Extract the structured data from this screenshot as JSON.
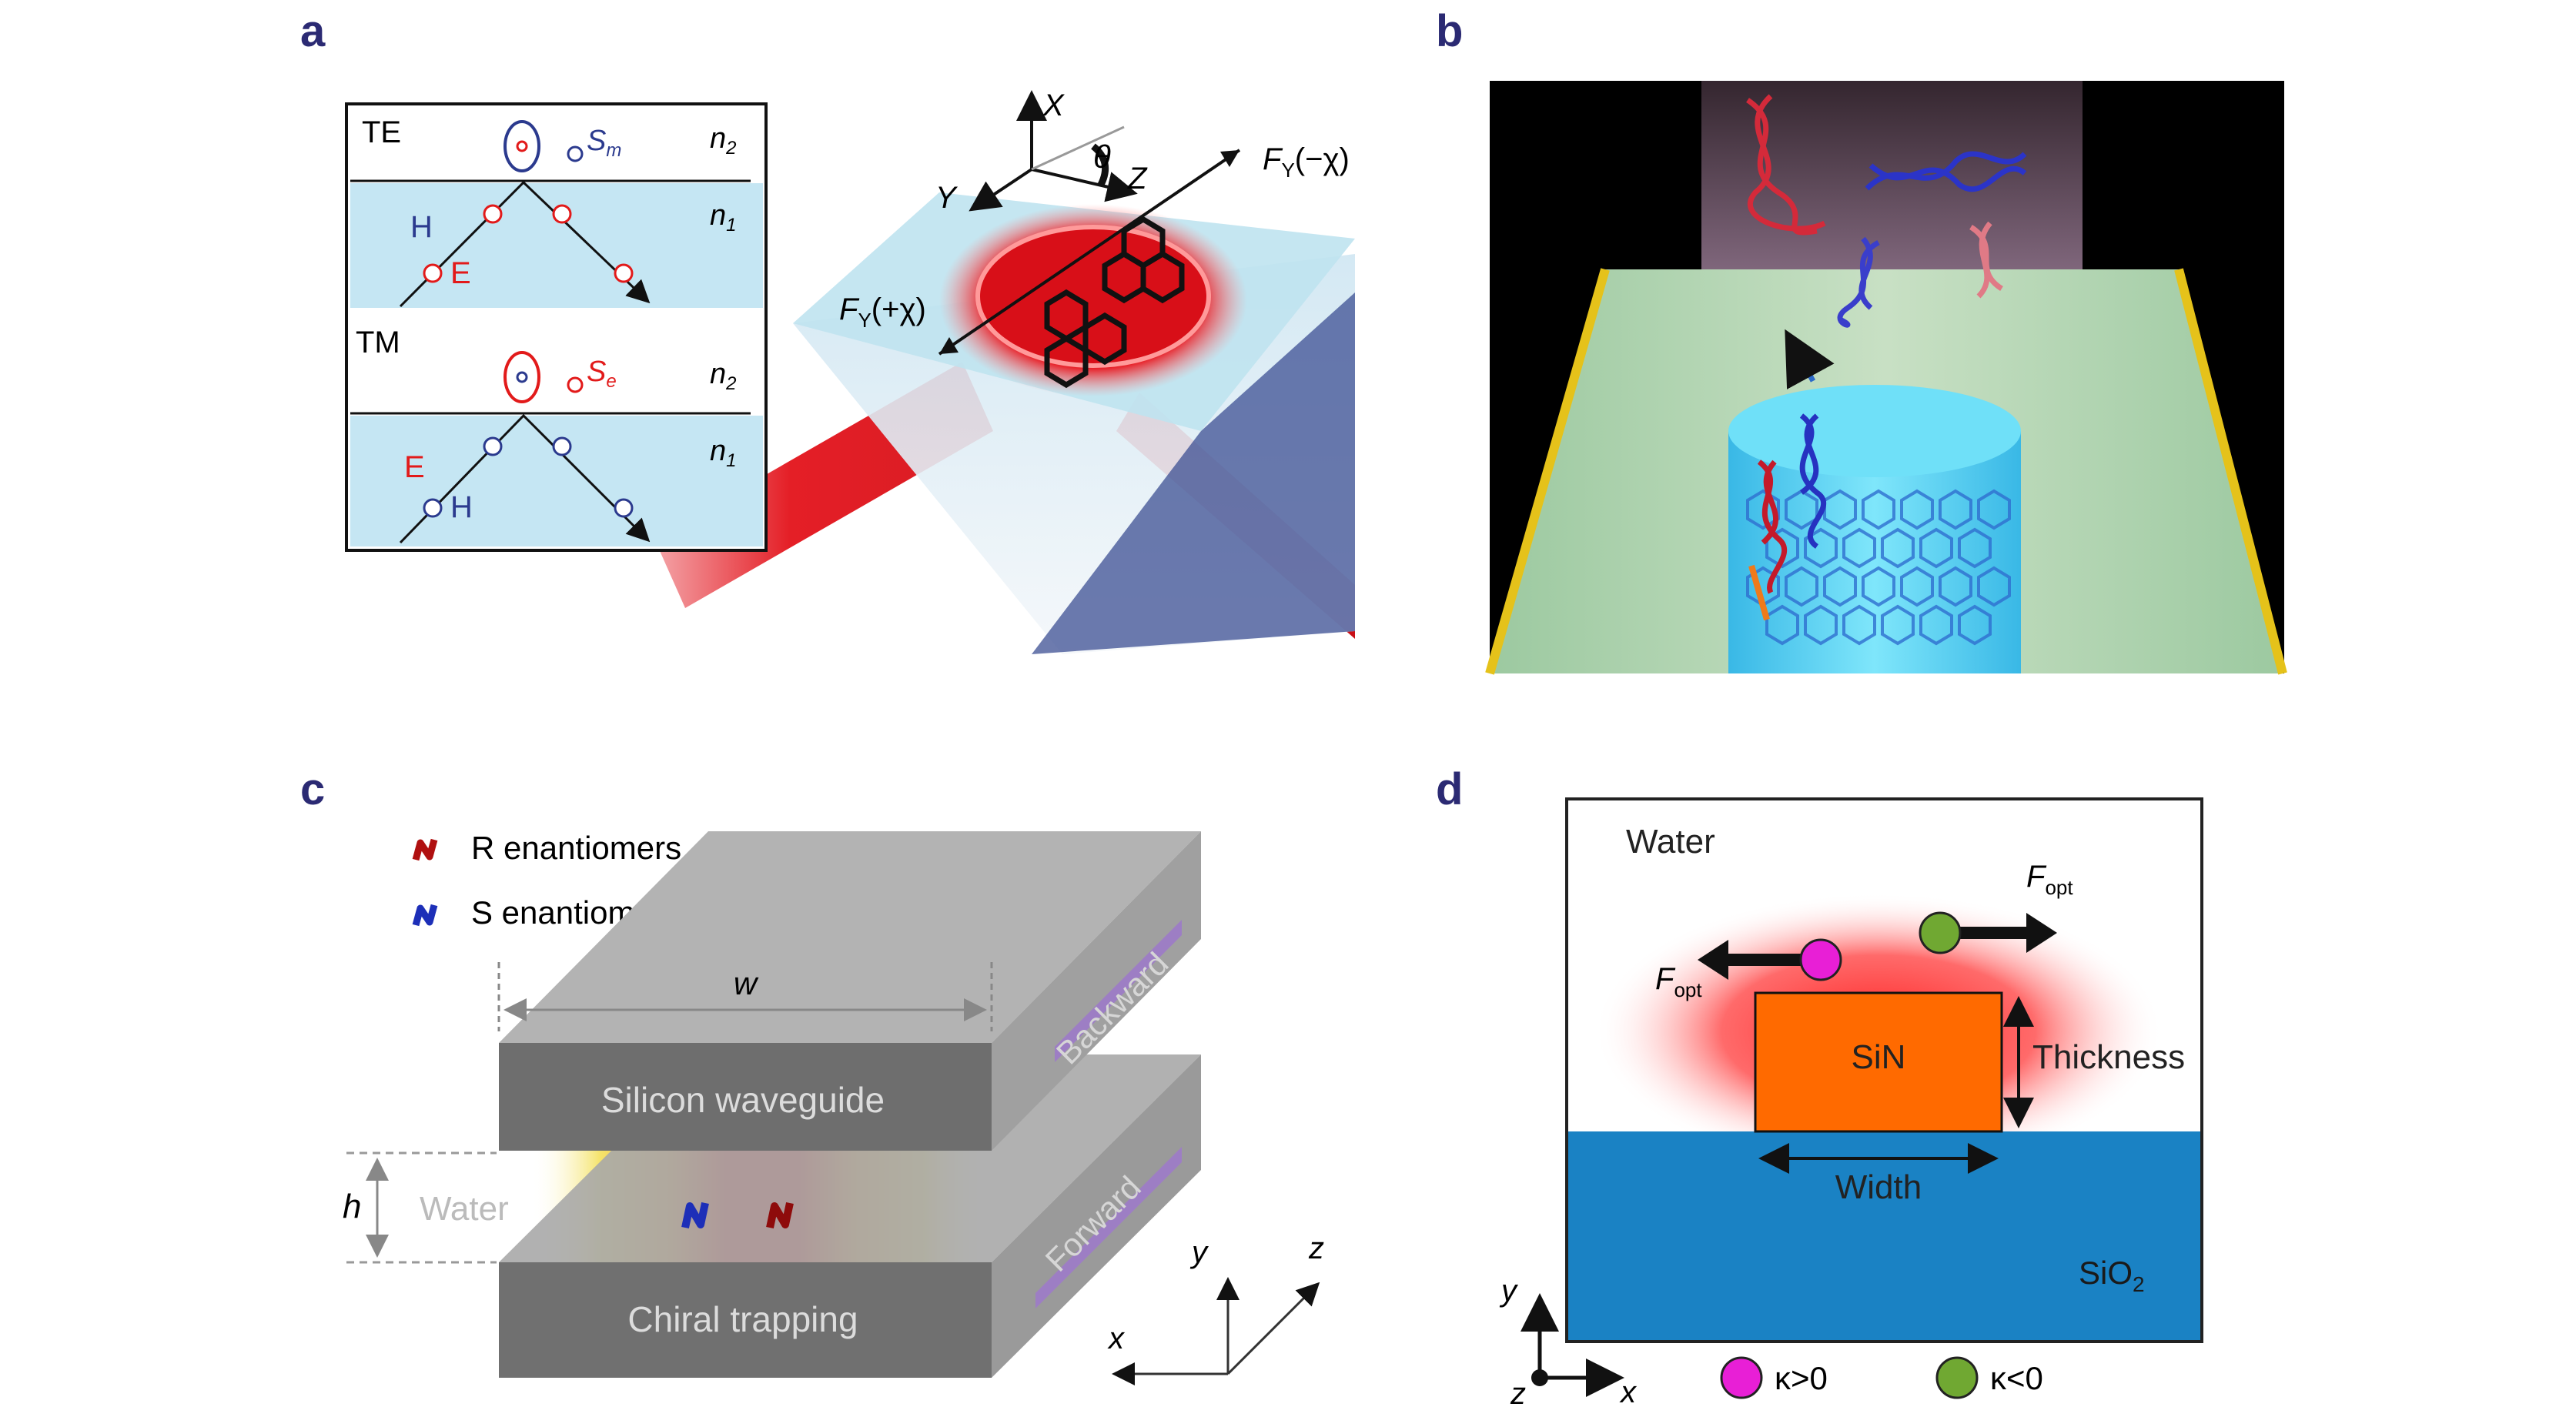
{
  "panels": {
    "a": {
      "label": "a",
      "inset": {
        "te": "TE",
        "tm": "TM",
        "s_m_main": "S",
        "s_m_sub": "m",
        "s_e_main": "S",
        "s_e_sub": "e",
        "n2_main": "n",
        "n2_sub": "2",
        "n1_main": "n",
        "n1_sub": "1",
        "h_label": "H",
        "e_label": "E"
      },
      "axes": {
        "x": "X",
        "y": "Y",
        "z": "Z",
        "theta": "θ"
      },
      "force_minus_main": "F",
      "force_minus_sub": "Y",
      "force_minus_arg": "(−χ)",
      "force_plus_main": "F",
      "force_plus_sub": "Y",
      "force_plus_arg": "(+χ)"
    },
    "b": {
      "label": "b"
    },
    "c": {
      "label": "c",
      "legend_r": "R enantiomers",
      "legend_s": "S enantiomers",
      "w_label": "w",
      "h_label": "h",
      "water_label": "Water",
      "waveguide_label": "Silicon waveguide",
      "trapping_label": "Chiral trapping",
      "backward_label": "Backward",
      "forward_label": "Forward",
      "axis_x": "x",
      "axis_y": "y",
      "axis_z": "z"
    },
    "d": {
      "label": "d",
      "water_label": "Water",
      "sin_label": "SiN",
      "sio2_main": "SiO",
      "sio2_sub": "2",
      "thickness_label": "Thickness",
      "width_label": "Width",
      "fopt_main": "F",
      "fopt_sub": "opt",
      "axis_y": "y",
      "axis_x": "x",
      "axis_z": "z",
      "legend_pos": "κ>0",
      "legend_neg": "κ<0"
    }
  },
  "colors": {
    "panel_label": "#2b2a73",
    "laser_red": "#e8141c",
    "glass_blue": "#bfe3f0",
    "enantiomer_red": "#b01010",
    "enantiomer_blue": "#1d2fb8",
    "sin_orange": "#ff6a00",
    "sio2_blue": "#1a82c4",
    "kappa_pos": "#e81fd6",
    "kappa_neg": "#70a832"
  }
}
